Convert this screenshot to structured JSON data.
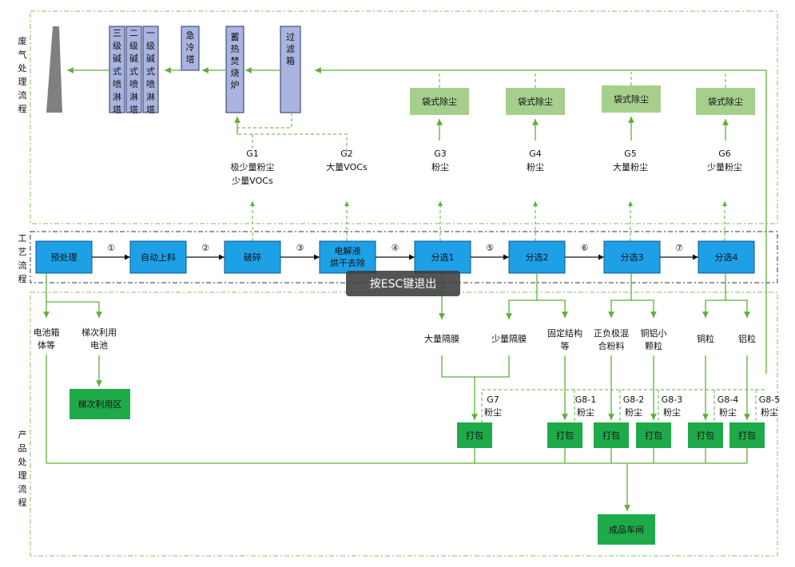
{
  "sections": {
    "exhaust": "废气处理流程",
    "process": "工艺流程",
    "product": "产品处理流程"
  },
  "towers": [
    "三级碱式喷淋塔",
    "二级碱式喷淋塔",
    "一级碱式喷淋塔",
    "急冷塔",
    "蓄热焚烧炉",
    "过滤箱"
  ],
  "bag_filter": "袋式除尘",
  "emissions": [
    {
      "id": "G1",
      "desc1": "极少量粉尘",
      "desc2": "少量VOCs"
    },
    {
      "id": "G2",
      "desc1": "大量VOCs",
      "desc2": ""
    },
    {
      "id": "G3",
      "desc1": "粉尘",
      "desc2": ""
    },
    {
      "id": "G4",
      "desc1": "粉尘",
      "desc2": ""
    },
    {
      "id": "G5",
      "desc1": "大量粉尘",
      "desc2": ""
    },
    {
      "id": "G6",
      "desc1": "少量粉尘",
      "desc2": ""
    }
  ],
  "process_steps": [
    {
      "line1": "预处理",
      "line2": ""
    },
    {
      "line1": "自动上料",
      "line2": ""
    },
    {
      "line1": "破碎",
      "line2": ""
    },
    {
      "line1": "电解液",
      "line2": "烘干去除"
    },
    {
      "line1": "分选1",
      "line2": ""
    },
    {
      "line1": "分选2",
      "line2": ""
    },
    {
      "line1": "分选3",
      "line2": ""
    },
    {
      "line1": "分选4",
      "line2": ""
    }
  ],
  "step_numbers": [
    "①",
    "②",
    "③",
    "④",
    "⑤",
    "⑥",
    "⑦"
  ],
  "products": {
    "battery_box_1": "电池箱",
    "battery_box_2": "体等",
    "cascade_1": "梯次利用",
    "cascade_2": "电池",
    "cascade_area": "梯次利用区",
    "large_separator": "大量隔膜",
    "small_separator": "少量隔膜",
    "fixed_struct_1": "固定结构",
    "fixed_struct_2": "等",
    "electrode_1": "正负极混",
    "electrode_2": "合粉料",
    "cual_1": "铜铝小",
    "cual_2": "颗粒",
    "copper": "铜粒",
    "aluminum": "铝粒"
  },
  "dust_labels": [
    {
      "id": "G7",
      "desc": "粉尘"
    },
    {
      "id": "G8-1",
      "desc": "粉尘"
    },
    {
      "id": "G8-2",
      "desc": "粉尘"
    },
    {
      "id": "G8-3",
      "desc": "粉尘"
    },
    {
      "id": "G8-4",
      "desc": "粉尘"
    },
    {
      "id": "G8-5",
      "desc": "粉尘"
    }
  ],
  "pack": "打包",
  "finished": "成品车间",
  "overlay": "按ESC键退出",
  "colors": {
    "process_blue": "#1ea0e6",
    "dark_green": "#1faa4a",
    "light_green": "#a6cf8d",
    "lavender": "#a9b4e0",
    "line_green": "#5db038"
  }
}
